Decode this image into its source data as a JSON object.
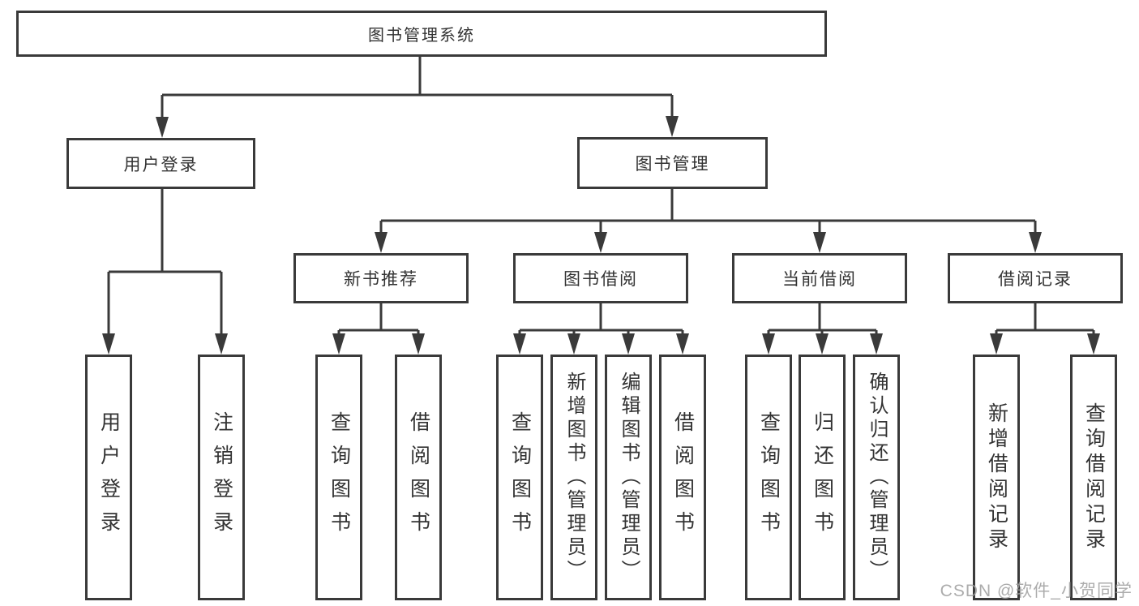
{
  "nodes": {
    "root": "图书管理系统",
    "user_login": "用户登录",
    "book_management": "图书管理",
    "new_book_recommend": "新书推荐",
    "book_borrow": "图书借阅",
    "current_borrow": "当前借阅",
    "borrow_records": "借阅记录",
    "leaves": {
      "user_login": "用户登录",
      "logout": "注销登录",
      "nb_query_books": "查询图书",
      "nb_borrow_books": "借阅图书",
      "bb_query_books": "查询图书",
      "bb_add_books_admin": "新增图书（管理员）",
      "bb_edit_books_admin": "编辑图书（管理员）",
      "bb_borrow_books": "借阅图书",
      "cb_query_books": "查询图书",
      "cb_return_books": "归还图书",
      "cb_confirm_return_admin": "确认归还（管理员）",
      "br_add_record": "新增借阅记录",
      "br_query_record": "查询借阅记录"
    }
  },
  "watermark": "CSDN @软件_小贺同学",
  "colors": {
    "line": "#3a3a3a",
    "text": "#333333",
    "box_background": "#ffffff",
    "watermark": "#9e9e9e"
  }
}
